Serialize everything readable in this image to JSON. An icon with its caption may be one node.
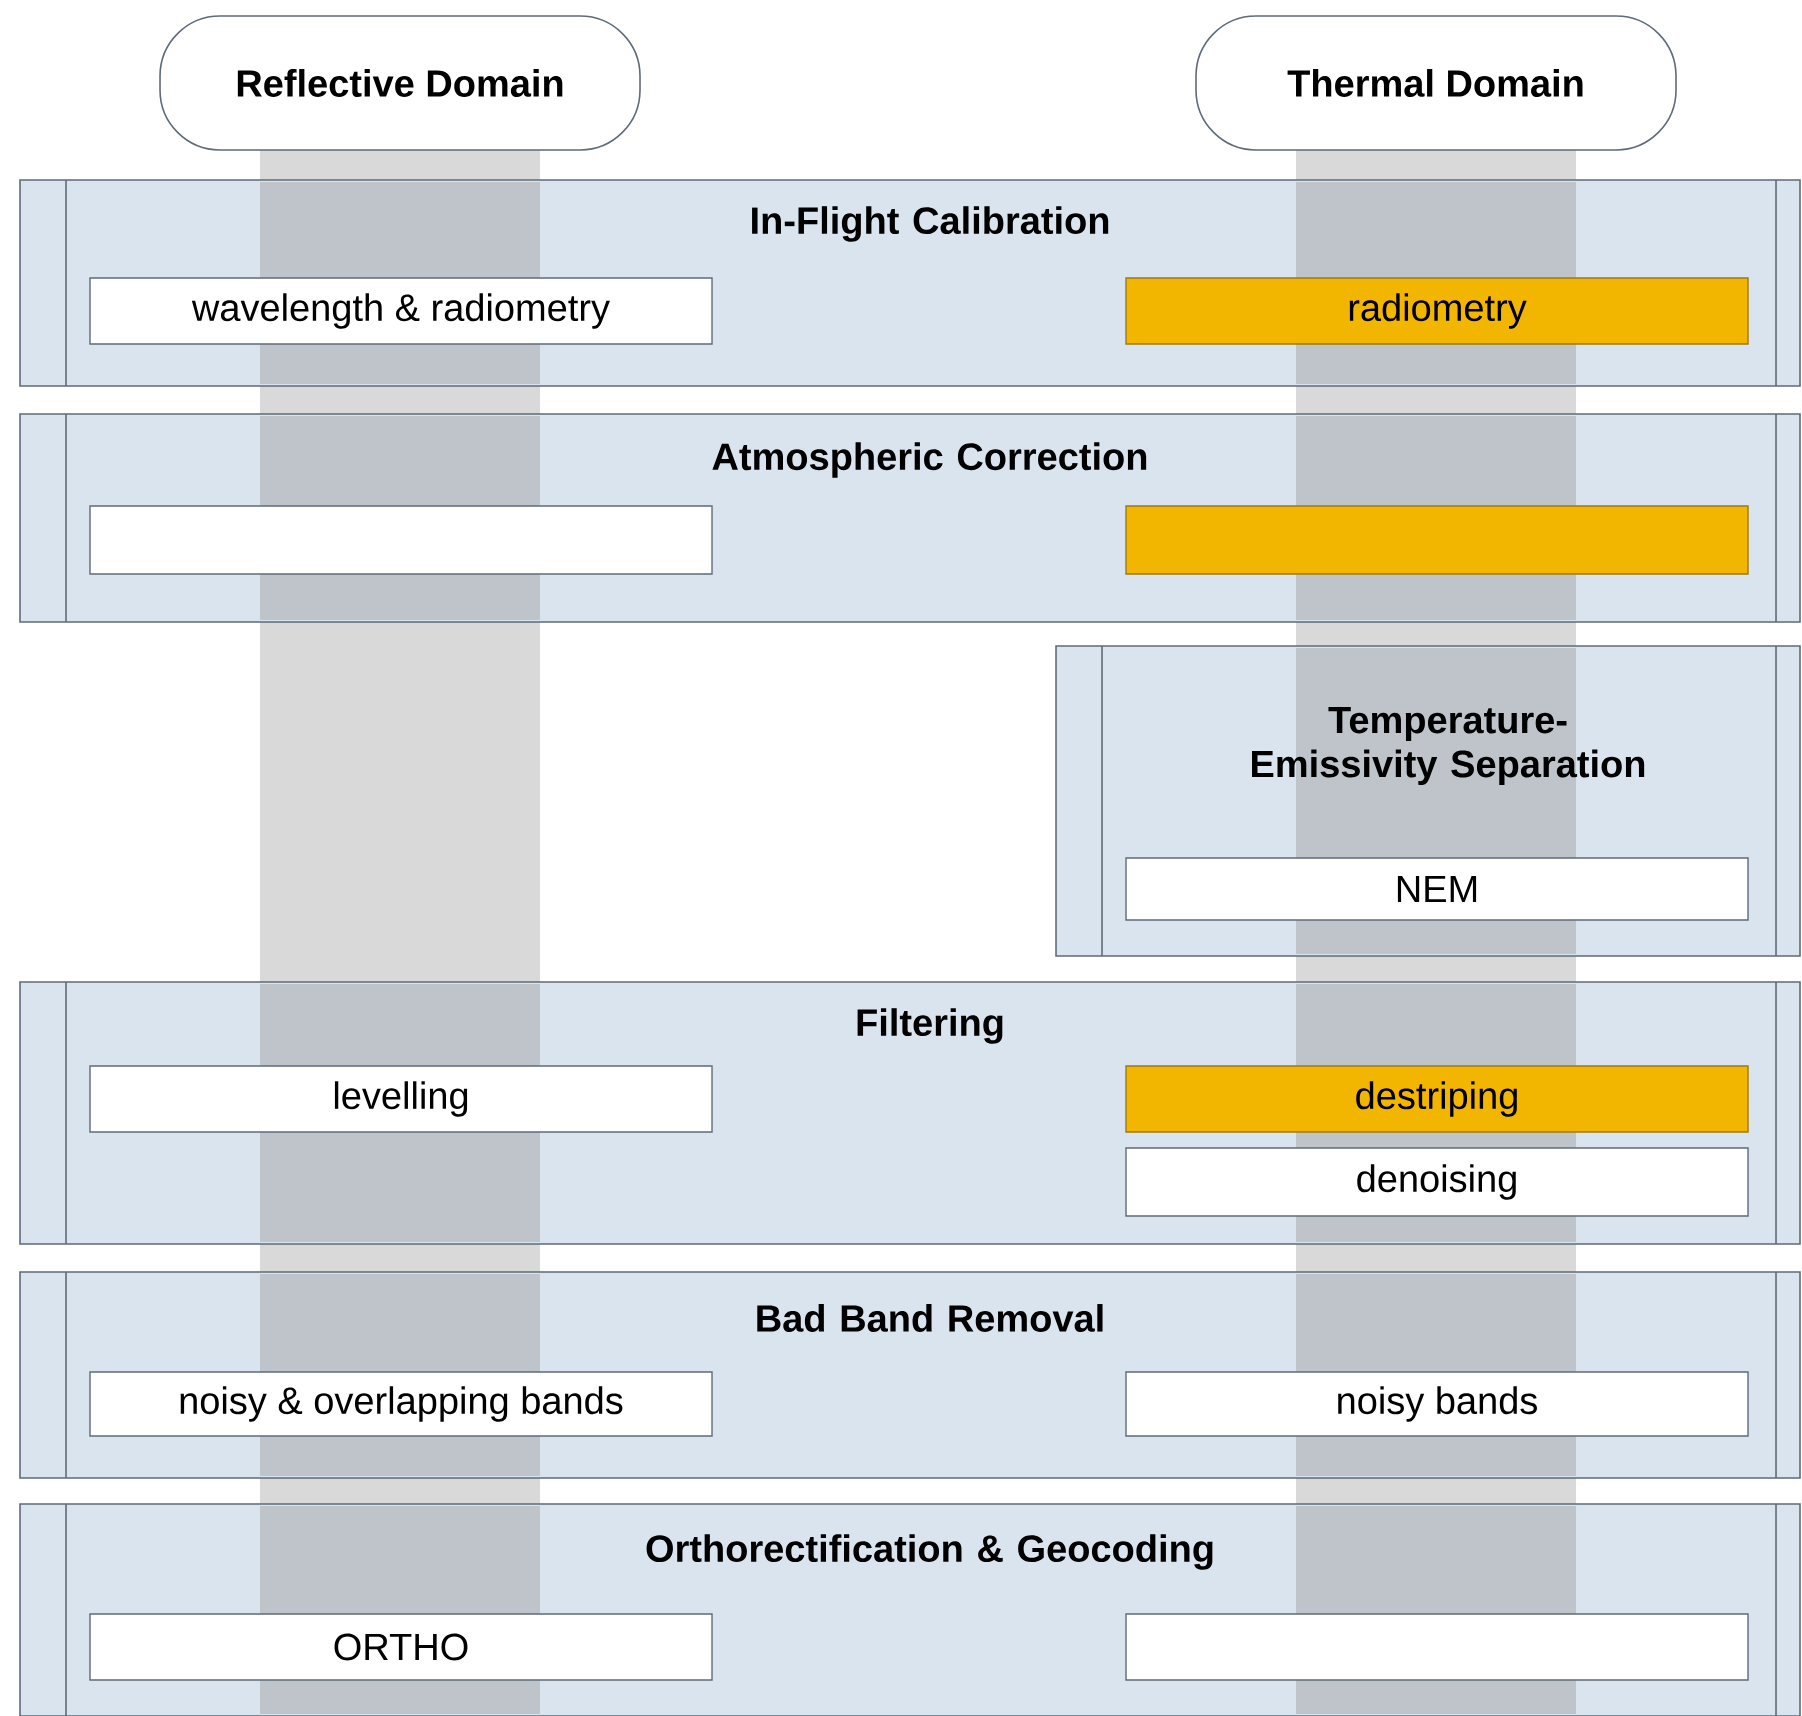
{
  "diagram": {
    "nodes": [
      {
        "text": [
          "Reflective Domain"
        ]
      },
      {
        "text": [
          "Thermal Domain"
        ]
      },
      {
        "text": [
          "In-Flight Calibration"
        ]
      },
      {
        "text": [
          "wavelength & radiometry"
        ],
        "in": 2
      },
      {
        "text": [
          "radiometry"
        ],
        "in": 2
      },
      {
        "text": [
          "Atmospheric Correction"
        ]
      },
      {
        "text": [],
        "shape": "box",
        "in": 5
      },
      {
        "text": [],
        "shape": "box",
        "in": 5
      },
      {
        "text": [
          "Temperature-Emissivity Separation"
        ]
      },
      {
        "text": [
          "NEM"
        ],
        "in": 8
      },
      {
        "text": [
          "Filtering"
        ]
      },
      {
        "text": [
          "levelling"
        ],
        "in": 10
      },
      {
        "text": [
          "destriping"
        ],
        "in": 10
      },
      {
        "text": [
          "denoising"
        ],
        "in": 10
      },
      {
        "text": [
          "Bad Band Removal"
        ]
      },
      {
        "text": [
          "noisy & overlapping bands"
        ],
        "in": 14
      },
      {
        "text": [
          "noisy bands"
        ],
        "in": 14
      },
      {
        "text": [
          "Orthorectification & Geocoding"
        ]
      },
      {
        "text": [
          "ORTHO"
        ],
        "in": 17
      },
      {
        "text": [],
        "shape": "box",
        "in": 17
      }
    ]
  }
}
